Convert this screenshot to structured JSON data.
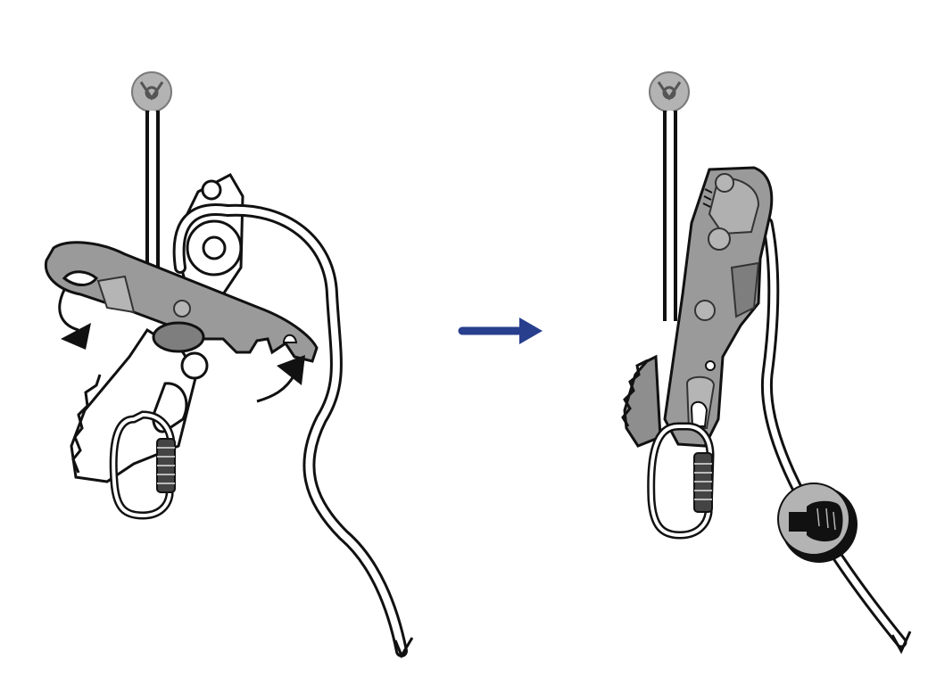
{
  "diagram": {
    "panels": [
      {
        "name": "open-handle",
        "state": "lever-open"
      },
      {
        "name": "closed-handle",
        "state": "lever-closed"
      }
    ],
    "transition": "left-to-right",
    "colors": {
      "device_gray": "#9a9a9a",
      "device_dark": "#7e7e7e",
      "outline": "#111111",
      "arrow_blue": "#283f8e",
      "anchor_gray": "#b3b3b3"
    },
    "icons": [
      "anchor-icon",
      "rotation-arrow-icon",
      "carabiner-icon",
      "fist-icon",
      "direction-arrow-icon"
    ]
  }
}
